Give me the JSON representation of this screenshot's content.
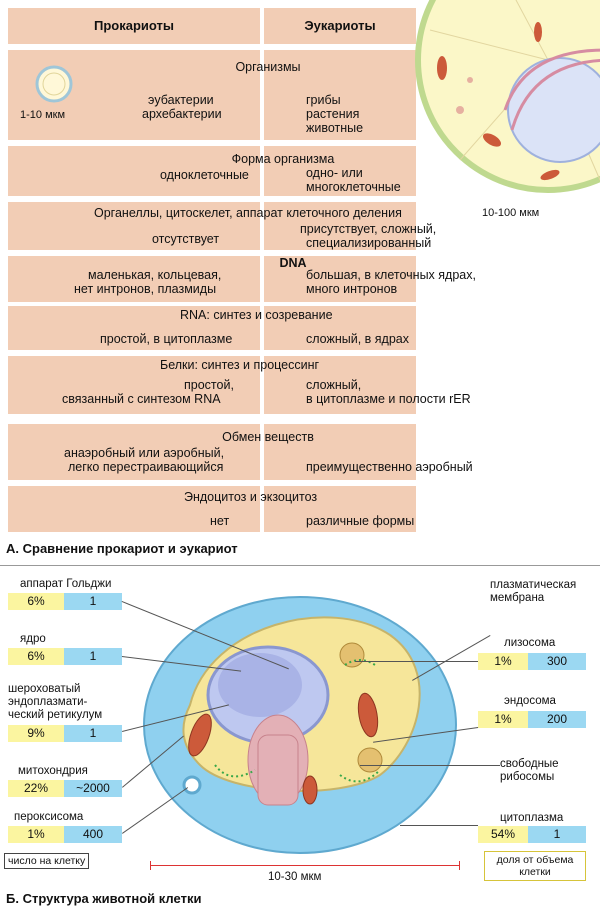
{
  "section_a": {
    "caption": "А. Сравнение прокариот и эукариот",
    "header_left": "Прокариоты",
    "header_right": "Эукариоты",
    "small_cell_size": "1-10 мкм",
    "big_cell_size": "10-100 мкм",
    "rows": [
      {
        "title": "Организмы",
        "left": [
          "эубактерии",
          "архебактерии"
        ],
        "right": [
          "грибы",
          "растения",
          "животные"
        ]
      },
      {
        "title": "Форма организма",
        "left": [
          "одноклеточные"
        ],
        "right": [
          "одно- или",
          "многоклеточные"
        ]
      },
      {
        "title": "Органеллы, цитоскелет, аппарат клеточного деления",
        "left": [
          "отсутствует"
        ],
        "right": [
          "присутствует, сложный,",
          "специализированный"
        ]
      },
      {
        "title": "DNA",
        "left": [
          "маленькая, кольцевая,",
          "нет интронов, плазмиды"
        ],
        "right": [
          "большая, в клеточных ядрах,",
          "много интронов"
        ]
      },
      {
        "title": "RNA: синтез и созревание",
        "left": [
          "простой, в цитоплазме"
        ],
        "right": [
          "сложный, в ядрах"
        ]
      },
      {
        "title": "Белки: синтез и процессинг",
        "left": [
          "простой,",
          "связанный с  синтезом RNA"
        ],
        "right": [
          "сложный,",
          "в цитоплазме и полости rER"
        ]
      },
      {
        "title": "Обмен веществ",
        "left": [
          "анаэробный или аэробный,",
          "легко перестраивающийся"
        ],
        "right": [
          "преимущественно аэробный"
        ]
      },
      {
        "title": "Эндоцитоз и экзоцитоз",
        "left": [
          "нет"
        ],
        "right": [
          "различные формы"
        ]
      }
    ]
  },
  "section_b": {
    "caption": "Б. Структура животной клетки",
    "size_label": "10-30 мкм",
    "legend_count": "число на клетку",
    "legend_volume": "доля от объема клетки",
    "left_organelles": [
      {
        "name": "аппарат Гольджи",
        "pct": "6%",
        "count": "1"
      },
      {
        "name": "ядро",
        "pct": "6%",
        "count": "1"
      },
      {
        "name": "шероховатый эндоплазмати-ческий ретикулум",
        "name_lines": [
          "шероховатый",
          "эндоплазмати-",
          "ческий ретикулум"
        ],
        "pct": "9%",
        "count": "1"
      },
      {
        "name": "митохондрия",
        "pct": "22%",
        "count": "~2000"
      },
      {
        "name": "пероксисома",
        "pct": "1%",
        "count": "400"
      }
    ],
    "right_organelles": [
      {
        "name_lines": [
          "плазматическая",
          "мембрана"
        ]
      },
      {
        "name_lines": [
          "лизосома"
        ],
        "pct": "1%",
        "count": "300"
      },
      {
        "name_lines": [
          "эндосома"
        ],
        "pct": "1%",
        "count": "200"
      },
      {
        "name_lines": [
          "свободные",
          "рибосомы"
        ]
      },
      {
        "name_lines": [
          "цитоплазма"
        ],
        "pct": "54%",
        "count": "1"
      }
    ]
  },
  "colors": {
    "table_bg": "#f2cdb5",
    "pct_bg": "#fbf5a0",
    "count_bg": "#9bd8f2",
    "cytoplasm": "#f6e69a",
    "cell_outer": "#8fd0ef"
  }
}
